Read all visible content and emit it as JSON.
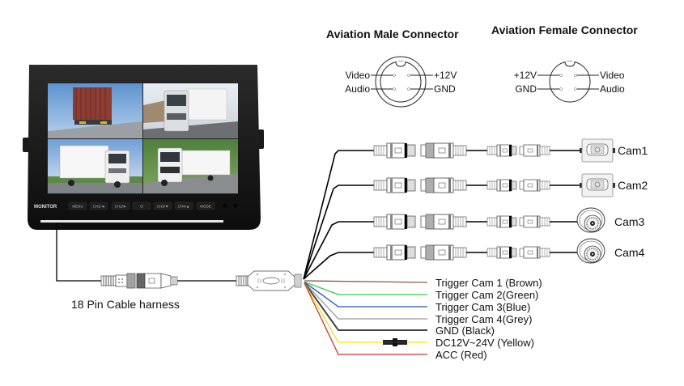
{
  "connectors": {
    "male": {
      "title": "Aviation Male Connector",
      "pins": {
        "top_left": "Video",
        "bottom_left": "Audio",
        "top_right": "+12V",
        "bottom_right": "GND"
      }
    },
    "female": {
      "title": "Aviation Female Connector",
      "pins": {
        "top_left": "+12V",
        "bottom_left": "GND",
        "top_right": "Video",
        "bottom_right": "Audio"
      }
    }
  },
  "monitor": {
    "brand": "MONITOR",
    "buttons": [
      "MENU",
      "CH1/◄",
      "CH2/►",
      "⏻",
      "CH3/▼",
      "CH4/▲",
      "MODE"
    ],
    "screen_colors": {
      "sky": "#7aa7d6",
      "road": "#8a8f94",
      "grass": "#5d8a45"
    }
  },
  "harness": {
    "label": "18 Pin Cable harness"
  },
  "cameras": [
    {
      "label": "Cam1",
      "type": "box"
    },
    {
      "label": "Cam2",
      "type": "box"
    },
    {
      "label": "Cam3",
      "type": "dome"
    },
    {
      "label": "Cam4",
      "type": "dome"
    }
  ],
  "wires": [
    {
      "label": "Trigger Cam 1 (Brown)",
      "color": "#8b5a4a"
    },
    {
      "label": "Trigger Cam 2(Green)",
      "color": "#2ecc40"
    },
    {
      "label": "Trigger Cam 3(Blue)",
      "color": "#1f4fbf"
    },
    {
      "label": "Trigger Cam 4(Grey)",
      "color": "#999999"
    },
    {
      "label": "GND (Black)",
      "color": "#444444"
    },
    {
      "label": "DC12V~24V (Yellow)",
      "color": "#f2e01a"
    },
    {
      "label": "ACC (Red)",
      "color": "#c0392b"
    }
  ]
}
